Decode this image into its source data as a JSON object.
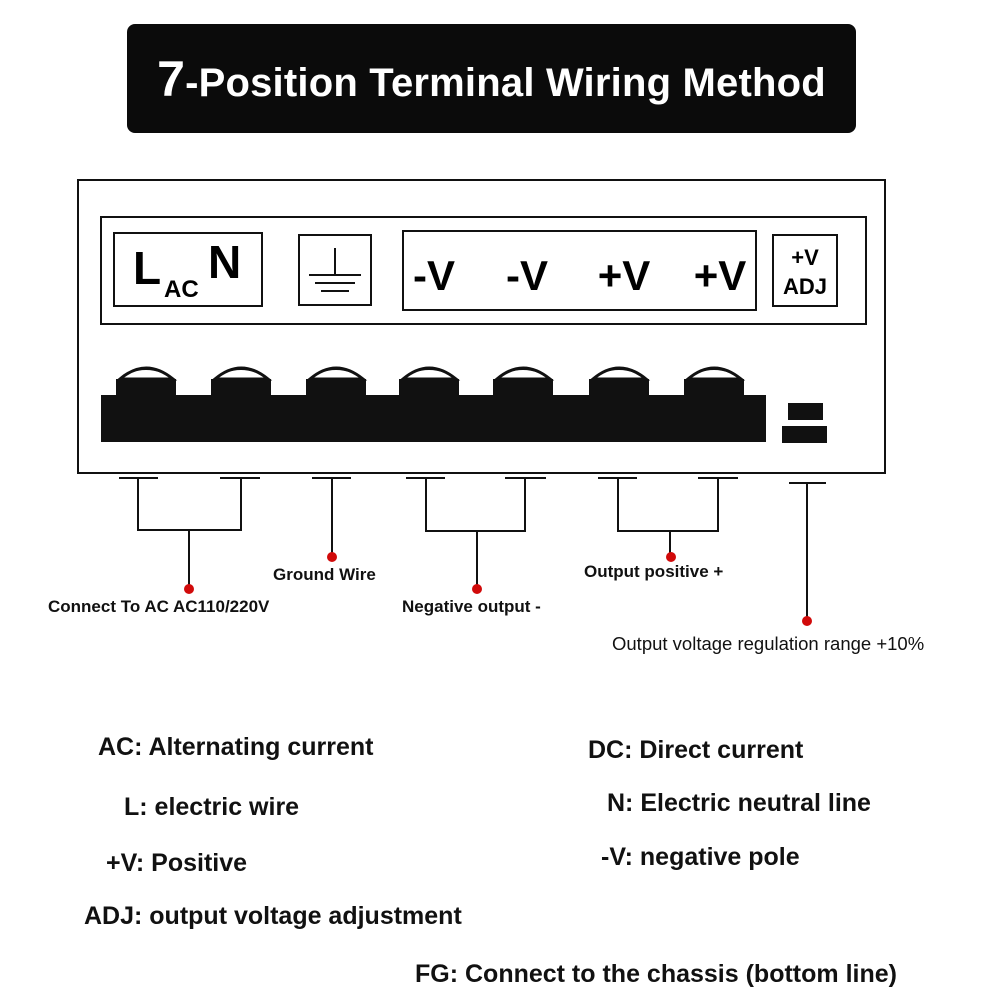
{
  "title": {
    "number": "7",
    "rest": "-Position Terminal Wiring Method"
  },
  "panel": {
    "ac_label": {
      "l": "L",
      "sub": "AC",
      "n": "N"
    },
    "output_labels": [
      "-V",
      "-V",
      "+V",
      "+V"
    ],
    "adj_label": {
      "top": "+V",
      "bottom": "ADJ"
    },
    "ground_icon": "ground-icon"
  },
  "callouts": {
    "ac": "Connect To AC AC110/220V",
    "ground": "Ground Wire",
    "negative": "Negative output -",
    "positive": "Output positive +",
    "regulation": "Output voltage regulation range +10%"
  },
  "legend": {
    "ac": "AC: Alternating current",
    "dc": "DC: Direct current",
    "l": "L: electric wire",
    "n": "N: Electric neutral line",
    "pos": "+V: Positive",
    "neg": "-V: negative pole",
    "adj": "ADJ: output voltage adjustment",
    "fg": "FG: Connect to the chassis (bottom line)"
  },
  "colors": {
    "banner": "#0b0b0b",
    "dot": "#d10a0a",
    "line": "#111111"
  }
}
